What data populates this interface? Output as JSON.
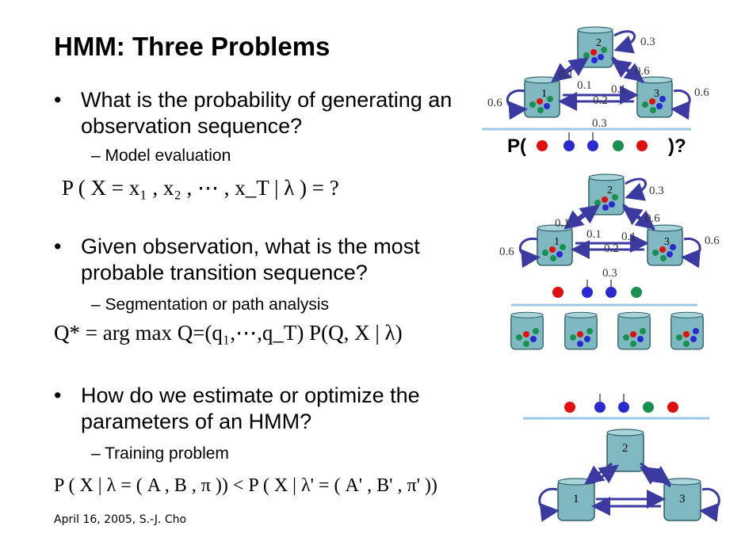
{
  "title": "HMM: Three Problems",
  "bullets": [
    {
      "bullet": "•",
      "text": "What is the probability of generating an observation sequence?",
      "sub": "– Model evaluation",
      "formula": "P ( X  =  x₁ , x₂ , ⋯ , x_T  | λ ) = ?"
    },
    {
      "bullet": "•",
      "text": "Given observation, what is the most probable transition sequence?",
      "sub": "– Segmentation or path analysis",
      "formula": "Q* = arg max Q=(q₁,⋯,q_T) P(Q, X | λ)"
    },
    {
      "bullet": "•",
      "text": "How do we estimate or optimize the parameters of an HMM?",
      "sub": "– Training problem",
      "formula": "P ( X | λ = ( A , B , π )) < P ( X | λ' = ( A' , B' , π' ))"
    }
  ],
  "footer": "April 16, 2005, S.-J. Cho",
  "diagram1": {
    "labels": [
      "0.3",
      "0.6",
      "0.6",
      "0.6",
      "0.1",
      "0.1",
      "0.2",
      "0.3",
      "0.1"
    ],
    "states": [
      "1",
      "2",
      "3"
    ],
    "query_open": "P(",
    "query_close": ")?"
  },
  "diagram2": {
    "labels": [
      "0.3",
      "0.6",
      "0.6",
      "0.6",
      "0.1",
      "0.1",
      "0.2",
      "0.3",
      "0.1"
    ],
    "states": [
      "1",
      "2",
      "3"
    ]
  },
  "diagram3": {
    "states": [
      "1",
      "2",
      "3"
    ]
  },
  "colors": {
    "jar": "#7fb8c0",
    "jar_dark": "#2f5f68",
    "arrow": "#3a3aa0",
    "line": "#9cc8e8",
    "red": "#e01010",
    "blue": "#2a2ad0",
    "green": "#1a9050"
  }
}
